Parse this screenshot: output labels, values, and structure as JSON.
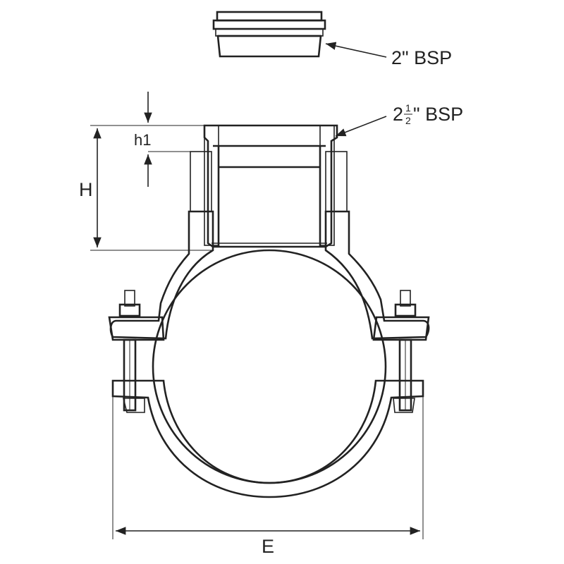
{
  "labels": {
    "thread_small": "2\" BSP",
    "thread_large_whole": "2",
    "thread_large_num": "1",
    "thread_large_den": "2",
    "thread_large_suffix": "\" BSP",
    "dim_h1": "h1",
    "dim_h": "H",
    "dim_e": "E"
  }
}
